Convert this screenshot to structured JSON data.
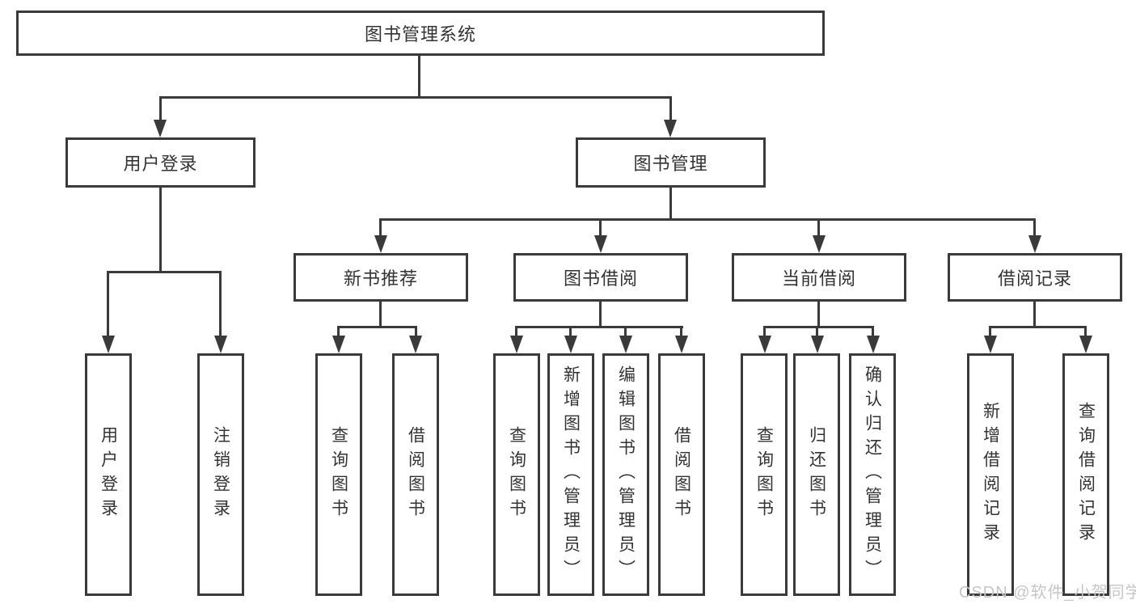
{
  "diagram": {
    "root": {
      "label": "图书管理系统"
    },
    "branches": [
      {
        "label": "用户登录",
        "leaves": [
          {
            "label": "用户登录"
          },
          {
            "label": "注销登录"
          }
        ]
      },
      {
        "label": "图书管理",
        "groups": [
          {
            "label": "新书推荐",
            "leaves": [
              {
                "label": "查询图书"
              },
              {
                "label": "借阅图书"
              }
            ]
          },
          {
            "label": "图书借阅",
            "leaves": [
              {
                "label": "查询图书"
              },
              {
                "label": "新增图书（管理员）"
              },
              {
                "label": "编辑图书（管理员）"
              },
              {
                "label": "借阅图书"
              }
            ]
          },
          {
            "label": "当前借阅",
            "leaves": [
              {
                "label": "查询图书"
              },
              {
                "label": "归还图书"
              },
              {
                "label": "确认归还（管理员）"
              }
            ]
          },
          {
            "label": "借阅记录",
            "leaves": [
              {
                "label": "新增借阅记录"
              },
              {
                "label": "查询借阅记录"
              }
            ]
          }
        ]
      }
    ]
  },
  "watermark": {
    "text": "CSDN @软件_小贺同学"
  },
  "colors": {
    "line": "#3a3a3a",
    "text": "#333333",
    "watermark": "#c6c6c6",
    "background": "#ffffff"
  }
}
